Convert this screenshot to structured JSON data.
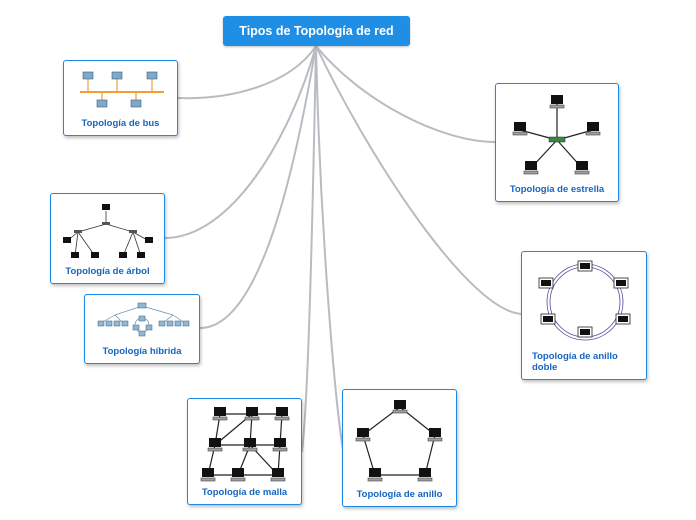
{
  "title": "Tipos de Topología de red",
  "topics": {
    "bus": "Topología de bus",
    "arbol": "Topología de árbol",
    "hibrida": "Topología híbrida",
    "malla": "Topología de malla",
    "anillo": "Topología de anillo",
    "estrella": "Topología de estrella",
    "anillo_doble": "Topología de anillo doble"
  },
  "colors": {
    "root_bg": "#1f8fe6",
    "node_border": "#1e88e5",
    "label_text": "#1565c0",
    "connector": "#b8bcc2"
  }
}
